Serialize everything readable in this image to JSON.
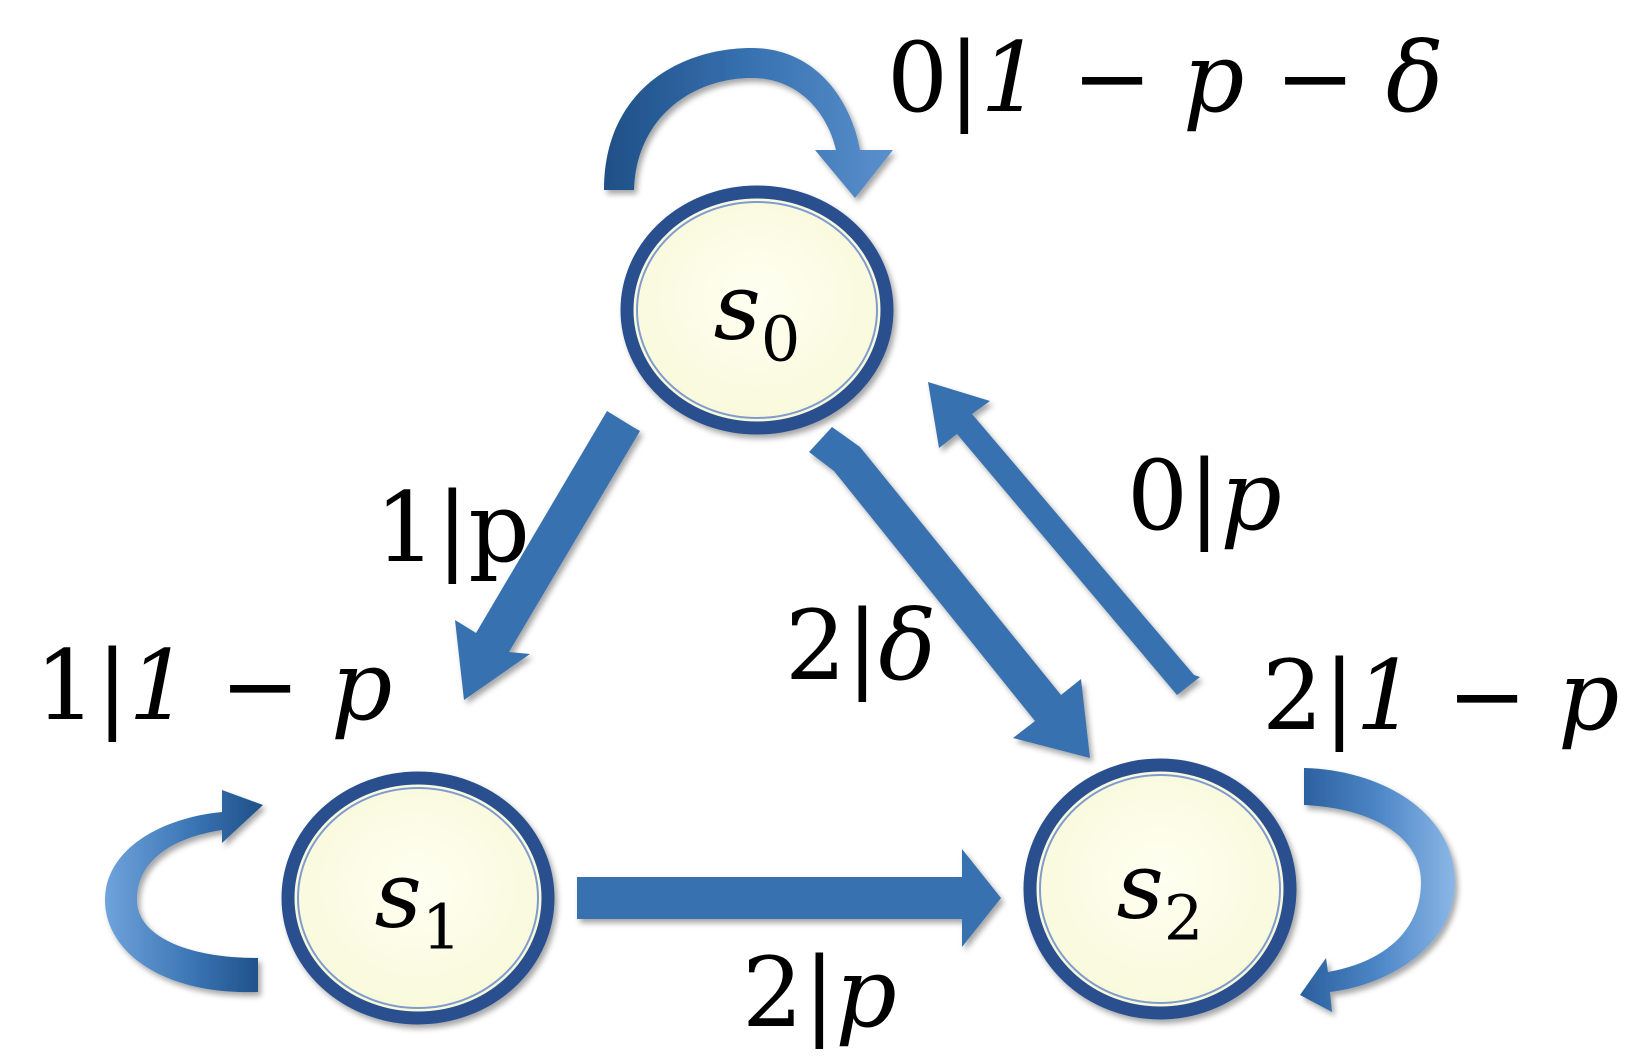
{
  "states": [
    {
      "id": "s0",
      "symbol": "s",
      "index": "0"
    },
    {
      "id": "s1",
      "symbol": "s",
      "index": "1"
    },
    {
      "id": "s2",
      "symbol": "s",
      "index": "2"
    }
  ],
  "transitions": [
    {
      "from": "s0",
      "to": "s0",
      "input": "0",
      "sep": "|",
      "prob": "1 − p − δ"
    },
    {
      "from": "s0",
      "to": "s1",
      "input": "1",
      "sep": "|",
      "prob": "p"
    },
    {
      "from": "s0",
      "to": "s2",
      "input": "2",
      "sep": "|",
      "prob": "δ"
    },
    {
      "from": "s2",
      "to": "s0",
      "input": "0",
      "sep": "|",
      "prob": "p"
    },
    {
      "from": "s1",
      "to": "s1",
      "input": "1",
      "sep": "|",
      "prob": "1 − p"
    },
    {
      "from": "s1",
      "to": "s2",
      "input": "2",
      "sep": "|",
      "prob": "p"
    },
    {
      "from": "s2",
      "to": "s2",
      "input": "2",
      "sep": "|",
      "prob": "1 − p"
    }
  ],
  "colors": {
    "arrow": "#3771b0",
    "arrow_dark": "#1f4f86",
    "arrow_light": "#6fa3dc",
    "node_fill": "#fdfde6",
    "node_stroke": "#2c4f8e"
  }
}
